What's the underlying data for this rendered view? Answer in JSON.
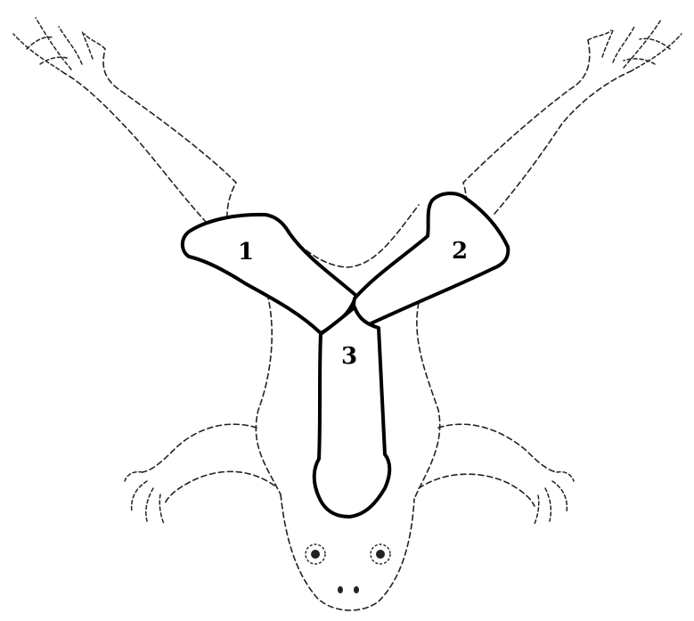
{
  "diagram": {
    "sections": [
      {
        "id": "section-1",
        "label": "1"
      },
      {
        "id": "section-2",
        "label": "2"
      },
      {
        "id": "section-3",
        "label": "3"
      }
    ],
    "colors": {
      "outline": "#222222",
      "section_stroke": "#000000",
      "section_fill": "#ffffff",
      "background": "#ffffff"
    }
  }
}
